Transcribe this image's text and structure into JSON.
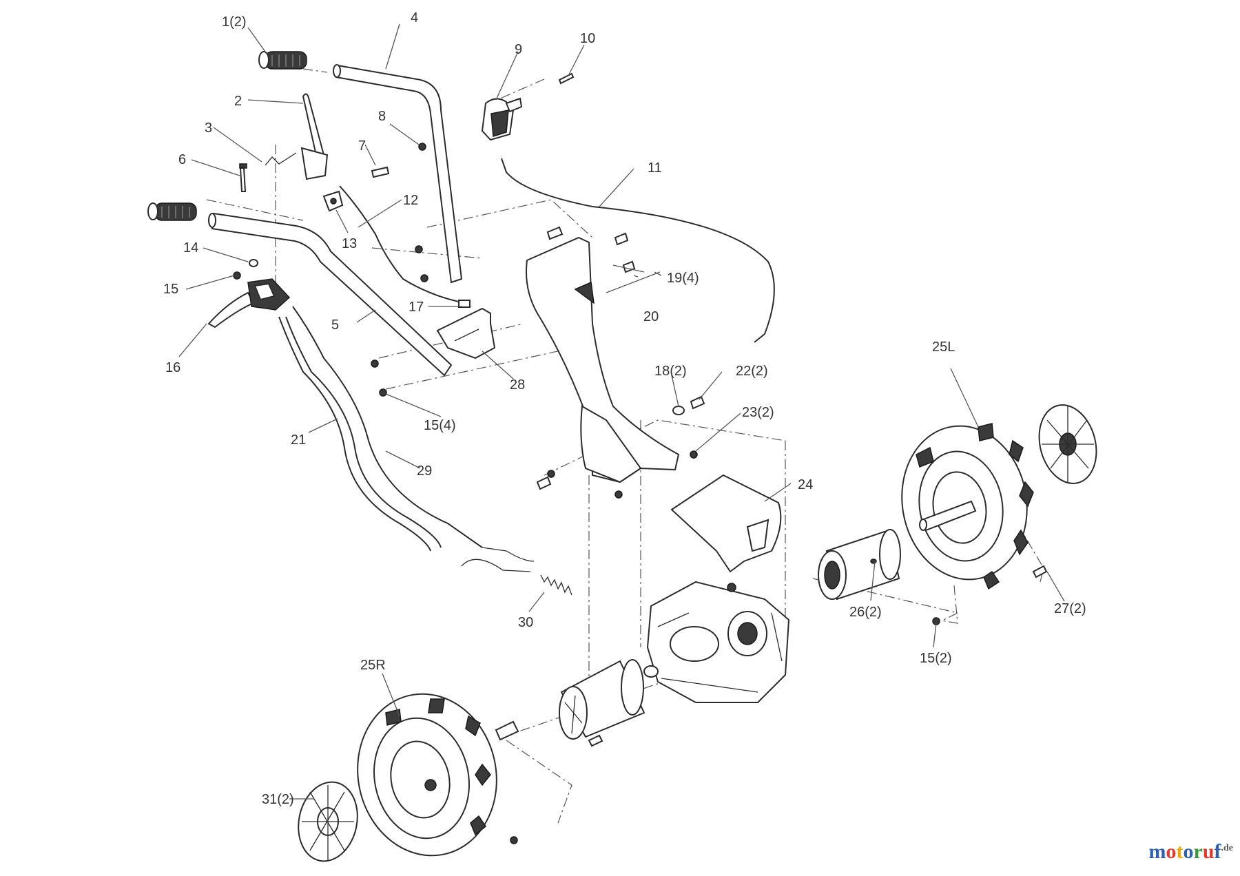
{
  "labels": [
    {
      "id": "p1",
      "text": "1(2)"
    },
    {
      "id": "p2",
      "text": "2"
    },
    {
      "id": "p3",
      "text": "3"
    },
    {
      "id": "p4",
      "text": "4"
    },
    {
      "id": "p5",
      "text": "5"
    },
    {
      "id": "p6",
      "text": "6"
    },
    {
      "id": "p7",
      "text": "7"
    },
    {
      "id": "p8",
      "text": "8"
    },
    {
      "id": "p9",
      "text": "9"
    },
    {
      "id": "p10",
      "text": "10"
    },
    {
      "id": "p11",
      "text": "11"
    },
    {
      "id": "p12",
      "text": "12"
    },
    {
      "id": "p13",
      "text": "13"
    },
    {
      "id": "p14",
      "text": "14"
    },
    {
      "id": "p15",
      "text": "15"
    },
    {
      "id": "p15-4",
      "text": "15(4)"
    },
    {
      "id": "p15-2",
      "text": "15(2)"
    },
    {
      "id": "p16",
      "text": "16"
    },
    {
      "id": "p17",
      "text": "17"
    },
    {
      "id": "p18",
      "text": "18(2)"
    },
    {
      "id": "p19",
      "text": "19(4)"
    },
    {
      "id": "p20",
      "text": "20"
    },
    {
      "id": "p21",
      "text": "21"
    },
    {
      "id": "p22",
      "text": "22(2)"
    },
    {
      "id": "p23",
      "text": "23(2)"
    },
    {
      "id": "p24",
      "text": "24"
    },
    {
      "id": "p25L",
      "text": "25L"
    },
    {
      "id": "p25R",
      "text": "25R"
    },
    {
      "id": "p26",
      "text": "26(2)"
    },
    {
      "id": "p27",
      "text": "27(2)"
    },
    {
      "id": "p28",
      "text": "28"
    },
    {
      "id": "p29",
      "text": "29"
    },
    {
      "id": "p30",
      "text": "30"
    },
    {
      "id": "p31",
      "text": "31(2)"
    }
  ],
  "watermark": {
    "letters": [
      "m",
      "o",
      "t",
      "o",
      "r",
      "u",
      "f"
    ],
    "letter_colors": [
      "#2f5fb3",
      "#e23b2e",
      "#f2a800",
      "#2f5fb3",
      "#3a9b3a",
      "#e23b2e",
      "#2f5fb3"
    ],
    "suffix": ".de"
  }
}
